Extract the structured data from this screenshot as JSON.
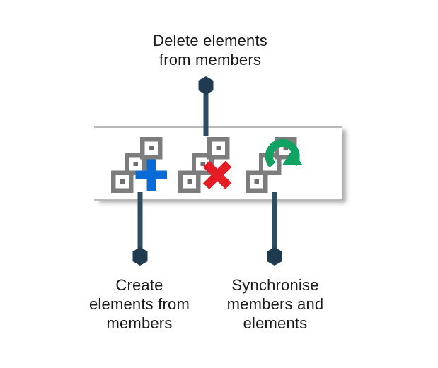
{
  "annotations": {
    "delete_label": "Delete elements\nfrom members",
    "create_label": "Create\nelements from\nmembers",
    "sync_label": "Synchronise\nmembers and\nelements"
  },
  "toolbar": {
    "buttons": [
      {
        "label": "Create elements from members",
        "icon": "member-curve-plus-icon"
      },
      {
        "label": "Delete elements from members",
        "icon": "member-curve-cross-icon"
      },
      {
        "label": "Synchronise members and elements",
        "icon": "member-curve-sync-icon"
      }
    ]
  },
  "colors": {
    "glyph_blue": "#0b6bd6",
    "glyph_red": "#e31d23",
    "glyph_green": "#10a263",
    "member_line_blue": "#1e6cd6",
    "member_line_light": "#a9c4ea",
    "node_gray": "#7d7d7d",
    "node_dot_gray": "#6f6f6f",
    "pin_head": "#203a50",
    "pin_line": "#2e4d63",
    "toolbar_border": "#b9b9b9",
    "text": "#1b1b1b"
  }
}
